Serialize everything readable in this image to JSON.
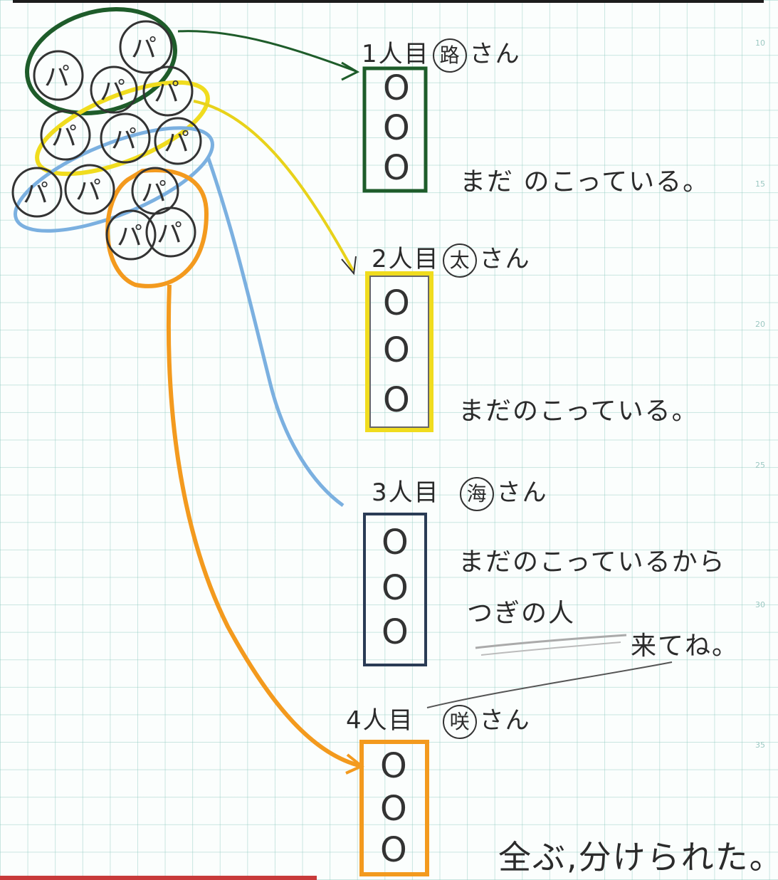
{
  "margin_numbers": [
    "10",
    "15",
    "20",
    "25",
    "30",
    "35"
  ],
  "bread_glyph": "パ",
  "box_glyph": "O",
  "people": [
    {
      "label": "1人目",
      "name": "路",
      "suffix": "さん",
      "color": "#1e5c2a",
      "note": "まだ のこっている。"
    },
    {
      "label": "2人目",
      "name": "太",
      "suffix": "さん",
      "color": "#f0dc1e",
      "note": "まだのこっている。"
    },
    {
      "label": "3人目",
      "name": "海",
      "suffix": "さん",
      "color": "#2a3b55",
      "note": "まだのこっているから"
    },
    {
      "label": "4人目",
      "name": "咲",
      "suffix": "さん",
      "color": "#f39a1e",
      "note": ""
    }
  ],
  "note3_line2": "つぎの人",
  "note3_line3": "来てね。",
  "conclusion": "全ぶ,分けられた。",
  "group_colors": {
    "green": "#1e5c2a",
    "yellow": "#f0dc1e",
    "blue": "#7bb0e0",
    "orange": "#f39a1e"
  }
}
